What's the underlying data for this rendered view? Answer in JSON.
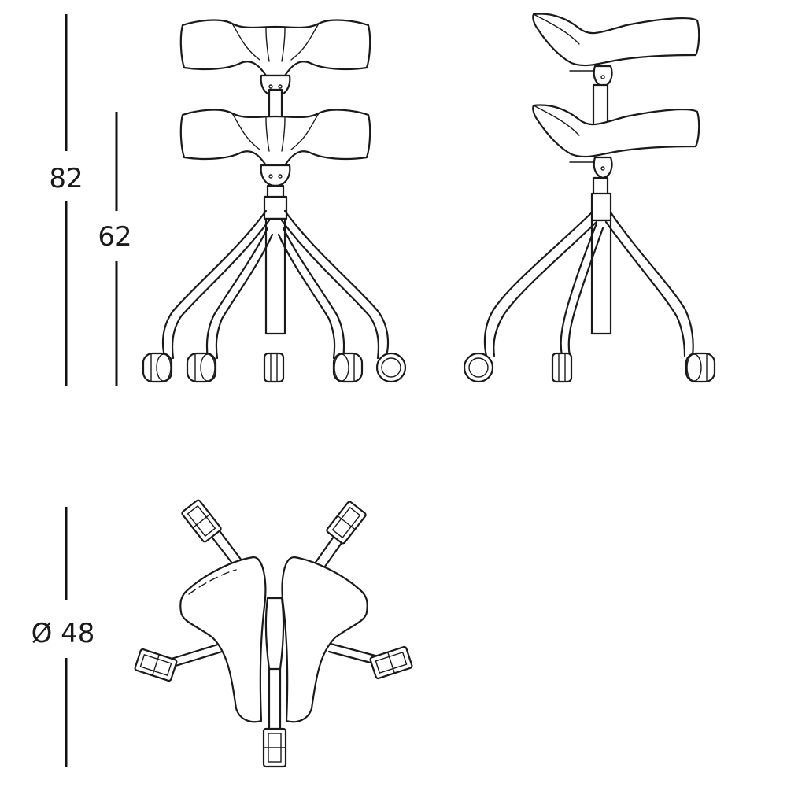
{
  "dimensions": {
    "total_height": "82",
    "seat_height": "62",
    "diameter": "Ø 48"
  }
}
